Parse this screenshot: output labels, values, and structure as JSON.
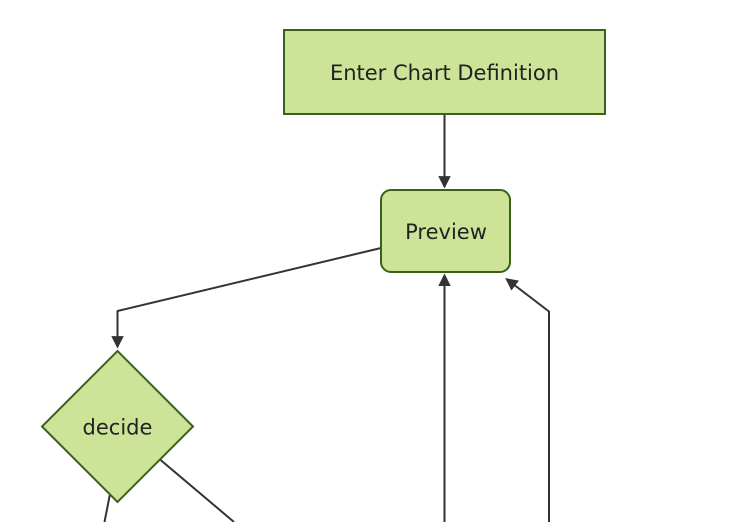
{
  "diagram": {
    "type": "flowchart",
    "direction": "top-down",
    "background_color": "#ffffff",
    "node_fill_color": "#cde498",
    "node_border_color": "#3a611c",
    "edge_color": "#333333",
    "label_color": "#222222",
    "nodes": [
      {
        "id": "enter-chart-definition",
        "shape": "rectangle",
        "label": "Enter Chart Definition"
      },
      {
        "id": "preview",
        "shape": "rounded-rectangle",
        "label": "Preview"
      },
      {
        "id": "decide",
        "shape": "diamond",
        "label": "decide"
      }
    ],
    "edges": [
      {
        "from": "enter-chart-definition",
        "to": "preview",
        "arrowhead": true
      },
      {
        "from": "preview",
        "to": "decide",
        "arrowhead": true
      },
      {
        "from": "decide",
        "to": "offscreen-bottom-left",
        "arrowhead": false
      },
      {
        "from": "decide",
        "to": "offscreen-bottom-right",
        "arrowhead": false
      },
      {
        "from": "offscreen-bottom",
        "to": "preview",
        "arrowhead": true
      },
      {
        "from": "offscreen-bottom-right",
        "to": "preview",
        "arrowhead": true
      }
    ]
  }
}
